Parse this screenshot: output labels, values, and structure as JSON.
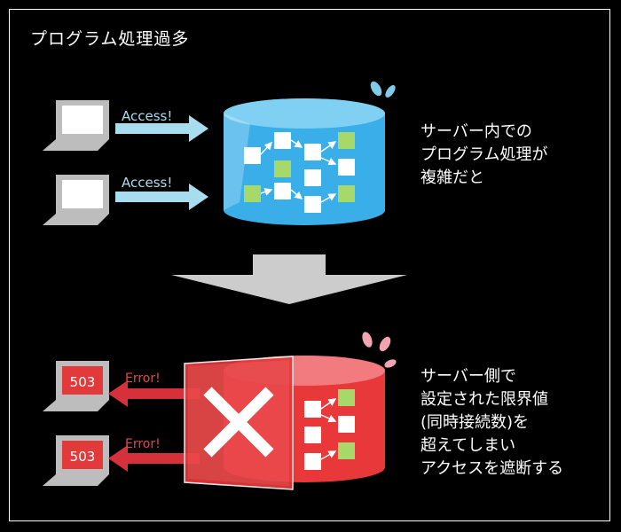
{
  "title": "プログラム処理過多",
  "top": {
    "arrow_label_1": "Access!",
    "arrow_label_2": "Access!",
    "note_lines": [
      "サーバー内での",
      "プログラム処理が",
      "複雑だと"
    ],
    "server_color": "#3aaee8",
    "arrow_color": "#a8ddf0"
  },
  "bottom": {
    "screen_label_1": "503",
    "screen_label_2": "503",
    "arrow_label_1": "Error!",
    "arrow_label_2": "Error!",
    "note_lines": [
      "サーバー側で",
      "設定された限界値",
      "(同時接続数)を",
      "超えてしまい",
      "アクセスを遮断する"
    ],
    "server_color": "#e8383a",
    "arrow_color": "#d6313a"
  },
  "colors": {
    "node_white": "#ffffff",
    "node_green": "#a6d86a",
    "down_arrow": "#cccccc",
    "drops_top": "#7fcbe8",
    "drops_bottom": "#f2a4b0"
  }
}
